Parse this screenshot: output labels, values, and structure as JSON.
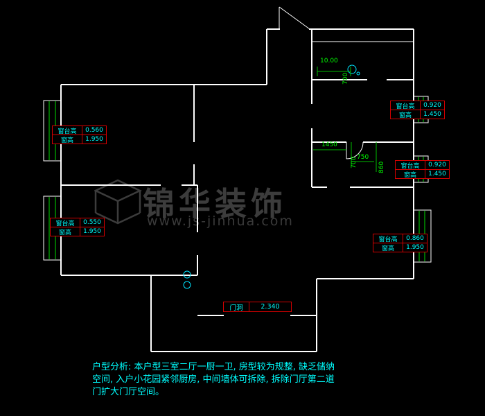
{
  "watermark": {
    "brand": "锦华装饰",
    "url": "www.js-jinhua.com"
  },
  "analysis": {
    "lines": [
      "户型分析: 本户型三室二厅一厨一卫, 房型较为规整, 缺乏储纳",
      "空间, 入户小花园紧邻厨房, 中间墙体可拆除, 拆除门厅第二道",
      "门扩大门厅空间。"
    ]
  },
  "labels": {
    "sill_height": "窗台高",
    "window_height": "窗高",
    "door_opening": "门洞",
    "door_opening_value": "2.340"
  },
  "window_tags": [
    {
      "id": "left-upper",
      "sill": "0.560",
      "height": "1.950"
    },
    {
      "id": "left-lower",
      "sill": "0.550",
      "height": "1.950"
    },
    {
      "id": "right-upper",
      "sill": "0.920",
      "height": "1.450"
    },
    {
      "id": "right-middle",
      "sill": "0.920",
      "height": "1.450"
    },
    {
      "id": "right-lower",
      "sill": "0.860",
      "height": "1.950"
    }
  ],
  "dimensions": {
    "entry_width": "10.00",
    "entry_depth": "700",
    "hall": "1450",
    "door_a": "750",
    "door_b": "700",
    "door_c": "860"
  },
  "colors": {
    "background": "#000000",
    "wall": "#ffffff",
    "annotation": "#00ffff",
    "dimension": "#00ff00",
    "tag_border": "#ff0000",
    "watermark": "#3c3c3c"
  }
}
